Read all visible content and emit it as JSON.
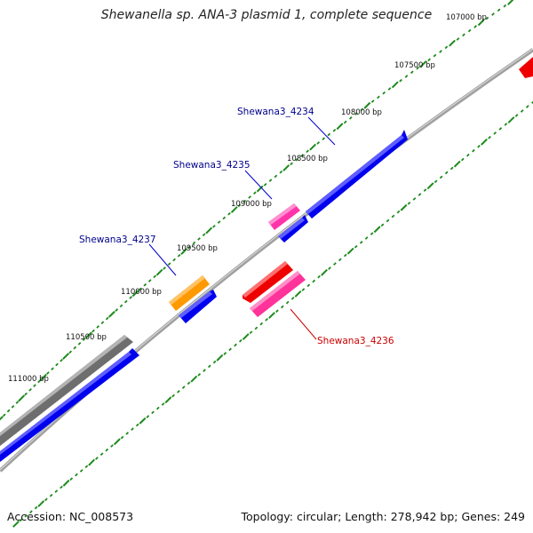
{
  "title": "Shewanella sp. ANA-3 plasmid 1, complete sequence",
  "footer": {
    "accession": "Accession: NC_008573",
    "summary": "Topology: circular; Length: 278,942 bp; Genes: 249"
  },
  "colors": {
    "backbone": "#8c8c8c",
    "tick": "#1a8a1a",
    "forward_gene": "#0000ee",
    "reverse_gene": "#ff0000",
    "magenta_gene": "#ff33aa",
    "orange_gene": "#ff9900",
    "gray_gene": "#6e6e6e",
    "label_blue": "#00008b",
    "label_red": "#cc0000"
  },
  "bp_labels": [
    "107000 bp",
    "107500 bp",
    "108000 bp",
    "108500 bp",
    "109000 bp",
    "109500 bp",
    "110000 bp",
    "110500 bp",
    "111000 bp"
  ],
  "gene_labels": [
    {
      "name": "Shewana3_4234",
      "color": "label_blue"
    },
    {
      "name": "Shewana3_4235",
      "color": "label_blue"
    },
    {
      "name": "Shewana3_4237",
      "color": "label_blue"
    },
    {
      "name": "Shewana3_4236",
      "color": "label_red"
    }
  ]
}
